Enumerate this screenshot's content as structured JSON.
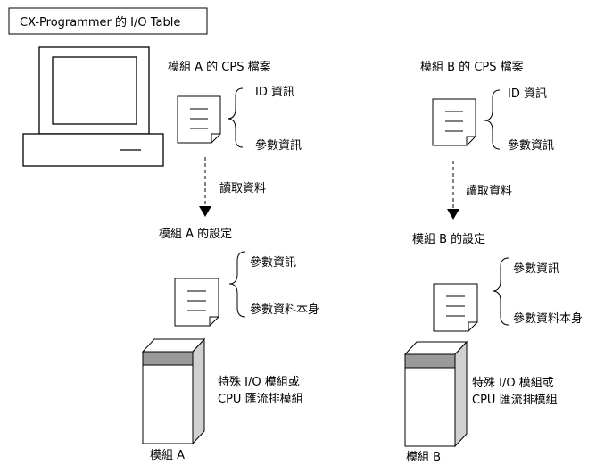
{
  "title": "CX-Programmer 的 I/O Table",
  "unit_a": {
    "cps_file": "模組 A 的 CPS 檔案",
    "id_info": "ID 資訊",
    "param_info": "參數資訊",
    "read_data": "讀取資料",
    "settings": "模組 A 的設定",
    "settings_param_info": "參數資訊",
    "settings_param_data": "參數資料本身",
    "device_line1": "特殊 I/O 模組或",
    "device_line2": "CPU 匯流排模組",
    "device_label": "模組 A"
  },
  "unit_b": {
    "cps_file": "模組 B 的 CPS 檔案",
    "id_info": "ID 資訊",
    "param_info": "參數資訊",
    "read_data": "讀取資料",
    "settings": "模組 B 的設定",
    "settings_param_info": "參數資訊",
    "settings_param_data": "參數資料本身",
    "device_line1": "特殊 I/O 模組或",
    "device_line2": "CPU 匯流排模組",
    "device_label": "模組 B"
  }
}
